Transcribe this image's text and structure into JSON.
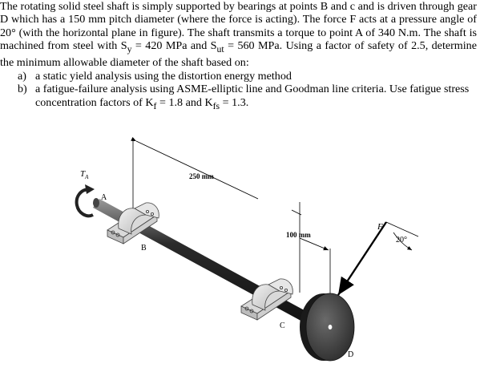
{
  "problem": {
    "text_before_sy": "The rotating solid steel shaft is simply supported by bearings at points B and c and is driven through gear D which has a 150 mm pitch diameter (where the force is acting). The force F acts at a pressure angle of 20° (with the horizontal plane in figure). The shaft transmits a torque to point A of 340 N.m. The shaft is machined from steel with S",
    "sy_sub": "y",
    "sy_value": " = 420 MPa and S",
    "sut_sub": "ut",
    "text_after_sut": " = 560 MPa. Using a factor of safety of 2.5, determine the minimum allowable diameter of the shaft based on:",
    "parts": [
      {
        "letter": "a)",
        "text": "a static yield analysis using the distortion energy method"
      },
      {
        "letter": "b)",
        "text_main": "a fatigue-failure analysis using ASME-elliptic line and Goodman line criteria. Use fatigue stress concentration factors of K",
        "kf_sub": "f",
        "kf_value": " = 1.8 and K",
        "kfs_sub": "fs",
        "kfs_value": " = 1.3."
      }
    ]
  },
  "figure": {
    "labels": {
      "torque": "T",
      "torque_sub": "A",
      "point_a": "A",
      "point_b": "B",
      "point_c": "C",
      "point_d": "D",
      "force": "F",
      "dim_250": "250 mm",
      "dim_100": "100 mm",
      "angle": "20°"
    }
  }
}
